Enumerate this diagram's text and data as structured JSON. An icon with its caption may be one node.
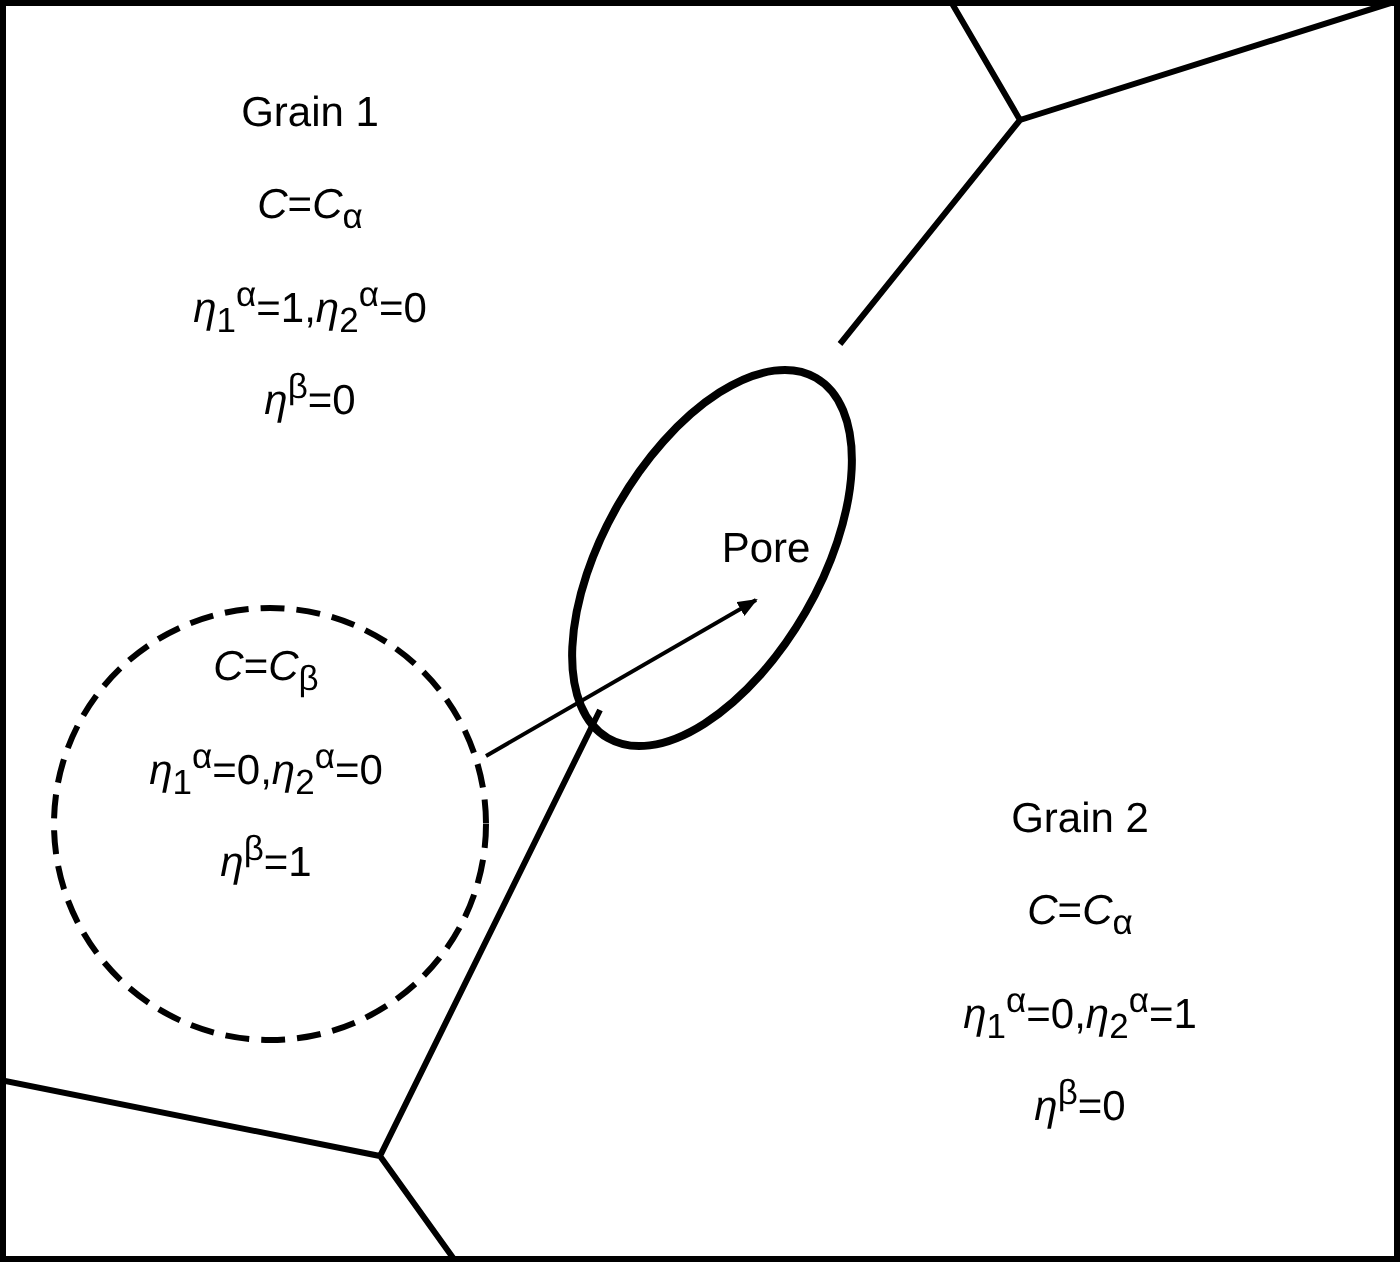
{
  "diagram": {
    "nodes": [
      {
        "text": [
          "*C*=*C*$_{β}$",
          "*η*$_{1}$$^{α}$=0,*η*$_{2}$$^{α}$=0",
          "*η*$^{β}$=1"
        ]
      },
      {
        "text": [
          "Pore"
        ]
      }
    ],
    "edges": [
      {
        "from": 0,
        "to": 1,
        "arrow": "to"
      }
    ],
    "labels": [
      "Grain 1",
      "*C*=*C*$_{α}$",
      "*η*$_{1}$$^{α}$=1,*η*$_{2}$$^{α}$=0",
      "*η*$^{β}$=0",
      "Grain 2",
      "*C*=*C*$_{α}$",
      "*η*$_{1}$$^{α}$=0,*η*$_{2}$$^{α}$=1",
      "*η*$^{β}$=0"
    ]
  }
}
